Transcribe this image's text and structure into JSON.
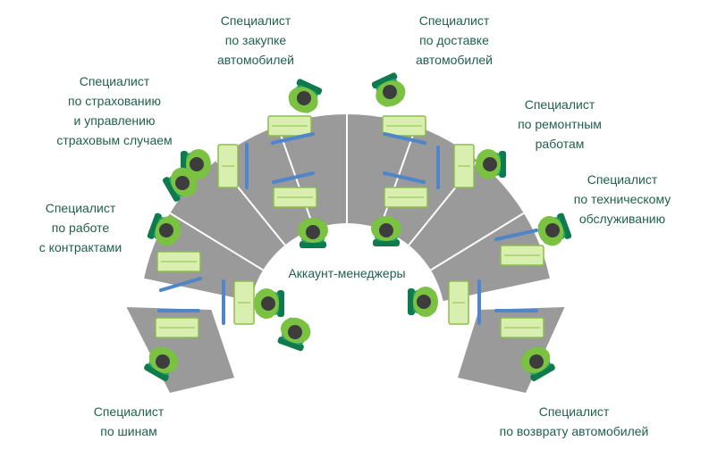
{
  "title": "",
  "center_label": "Аккаунт-менеджеры",
  "roles": [
    {
      "id": "tires",
      "lines": [
        "Специалист",
        "по шинам"
      ]
    },
    {
      "id": "contracts",
      "lines": [
        "Специалист",
        "по работе",
        "с контрактами"
      ]
    },
    {
      "id": "insurance",
      "lines": [
        "Специалист",
        "по страхованию",
        "и управлению",
        "страховым случаем"
      ]
    },
    {
      "id": "purchase",
      "lines": [
        "Специалист",
        "по закупке",
        "автомобилей"
      ]
    },
    {
      "id": "delivery",
      "lines": [
        "Специалист",
        "по доставке",
        "автомобилей"
      ]
    },
    {
      "id": "repair",
      "lines": [
        "Специалист",
        "по ремонтным",
        "работам"
      ]
    },
    {
      "id": "maintenance",
      "lines": [
        "Специалист",
        "по техническому",
        "обслуживанию"
      ]
    },
    {
      "id": "return",
      "lines": [
        "Специалист",
        "по возврату автомобилей"
      ]
    }
  ],
  "colors": {
    "desk": "#9a9a9a",
    "desk_line": "#ffffff",
    "person_body": "#7bc142",
    "person_head": "#3d3d3d",
    "chair": "#1aa068",
    "chair_dark": "#0f7a4e",
    "keyboard": "#d9efb0",
    "keyboard_line": "#8bbf4a",
    "monitor": "#4e86c7",
    "text": "#1f5f4d"
  },
  "icons": [
    "person-icon",
    "office-chair-icon",
    "keyboard-icon",
    "monitor-icon"
  ]
}
